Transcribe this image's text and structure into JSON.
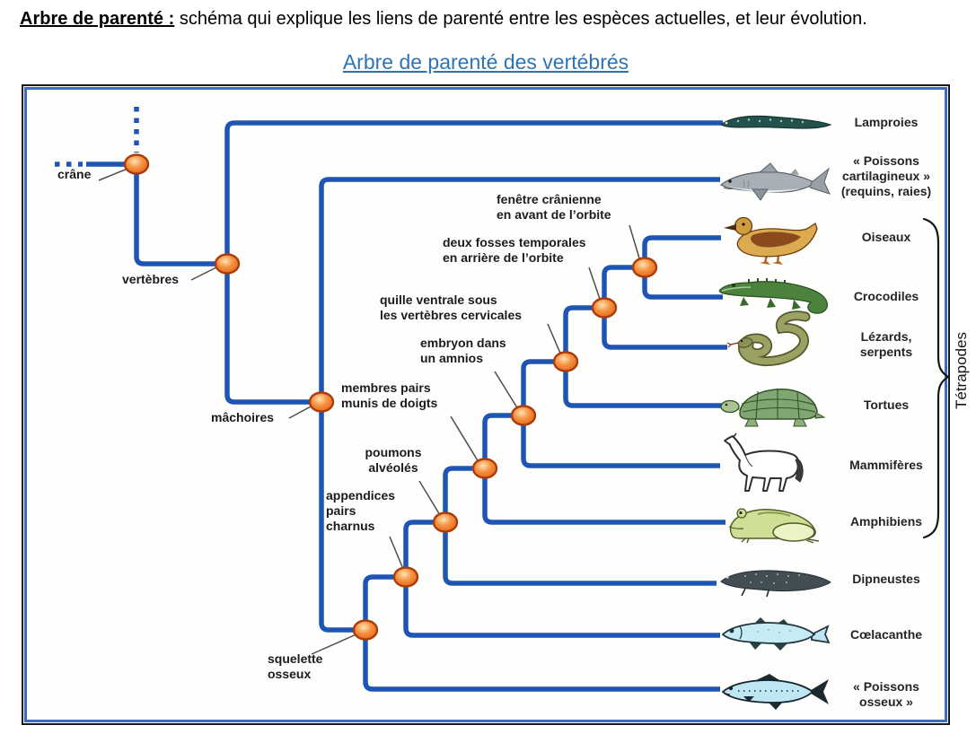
{
  "definition": {
    "term": "Arbre de parenté :",
    "text": " schéma qui explique les liens de parenté entre les espèces actuelles, et leur évolution."
  },
  "title": "Arbre de parenté des vertébrés",
  "diagram": {
    "traits": [
      {
        "id": "crane",
        "label": "crâne"
      },
      {
        "id": "vertebres",
        "label": "vertèbres"
      },
      {
        "id": "machoires",
        "label": "mâchoires"
      },
      {
        "id": "squelette-osseux",
        "label": "squelette\nosseux"
      },
      {
        "id": "appendices-pairs-charnus",
        "label": "appendices\npairs\ncharnus"
      },
      {
        "id": "poumons-alveoles",
        "label": "poumons\nalvéolés"
      },
      {
        "id": "membres-pairs-doigts",
        "label": "membres pairs\nmunis de doigts"
      },
      {
        "id": "embryon-amnios",
        "label": "embryon dans\nun amnios"
      },
      {
        "id": "quille-ventrale",
        "label": "quille ventrale sous\nles vertèbres cervicales"
      },
      {
        "id": "deux-fosses-temporales",
        "label": "deux fosses temporales\nen arrière de l’orbite"
      },
      {
        "id": "fenetre-cranienne",
        "label": "fenêtre crânienne\nen avant de l’orbite"
      }
    ],
    "species": [
      {
        "name": "Lamproies",
        "icon": "lamprey-icon"
      },
      {
        "name": "« Poissons\ncartilagineux »\n(requins, raies)",
        "icon": "shark-icon"
      },
      {
        "name": "Oiseaux",
        "icon": "duck-icon"
      },
      {
        "name": "Crocodiles",
        "icon": "crocodile-icon"
      },
      {
        "name": "Lézards,\nserpents",
        "icon": "snake-icon"
      },
      {
        "name": "Tortues",
        "icon": "turtle-icon"
      },
      {
        "name": "Mammifères",
        "icon": "horse-icon"
      },
      {
        "name": "Amphibiens",
        "icon": "frog-icon"
      },
      {
        "name": "Dipneustes",
        "icon": "lungfish-icon"
      },
      {
        "name": "Cœlacanthe",
        "icon": "coelacanth-icon"
      },
      {
        "name": "« Poissons\nosseux »",
        "icon": "bony-fish-icon"
      }
    ],
    "group": {
      "label": "Tétrapodes",
      "members": [
        "Oiseaux",
        "Crocodiles",
        "Lézards, serpents",
        "Tortues",
        "Mammifères",
        "Amphibiens"
      ]
    },
    "topology": [
      {
        "node": "crâne",
        "children": [
          "vertèbres"
        ]
      },
      {
        "node": "vertèbres",
        "children": [
          "Lamproies",
          "mâchoires"
        ]
      },
      {
        "node": "mâchoires",
        "children": [
          "« Poissons cartilagineux » (requins, raies)",
          "squelette osseux"
        ]
      },
      {
        "node": "squelette osseux",
        "children": [
          "appendices pairs charnus",
          "« Poissons osseux »"
        ]
      },
      {
        "node": "appendices pairs charnus",
        "children": [
          "poumons alvéolés",
          "Cœlacanthe"
        ]
      },
      {
        "node": "poumons alvéolés",
        "children": [
          "membres pairs munis de doigts",
          "Dipneustes"
        ]
      },
      {
        "node": "membres pairs munis de doigts",
        "children": [
          "embryon dans un amnios",
          "Amphibiens"
        ]
      },
      {
        "node": "embryon dans un amnios",
        "children": [
          "quille ventrale sous les vertèbres cervicales",
          "Mammifères"
        ]
      },
      {
        "node": "quille ventrale sous les vertèbres cervicales",
        "children": [
          "deux fosses temporales en arrière de l’orbite",
          "Tortues"
        ]
      },
      {
        "node": "deux fosses temporales en arrière de l’orbite",
        "children": [
          "fenêtre crânienne en avant de l’orbite",
          "Lézards, serpents"
        ]
      },
      {
        "node": "fenêtre crânienne en avant de l’orbite",
        "children": [
          "Oiseaux",
          "Crocodiles"
        ]
      }
    ],
    "colors": {
      "branch": "#1e55b4",
      "node_fill": "#f59140",
      "node_border": "#a93c0c",
      "frame_outer": "#1a1a1a",
      "frame_inner": "#3c6cc0",
      "title": "#2e74b5"
    }
  }
}
